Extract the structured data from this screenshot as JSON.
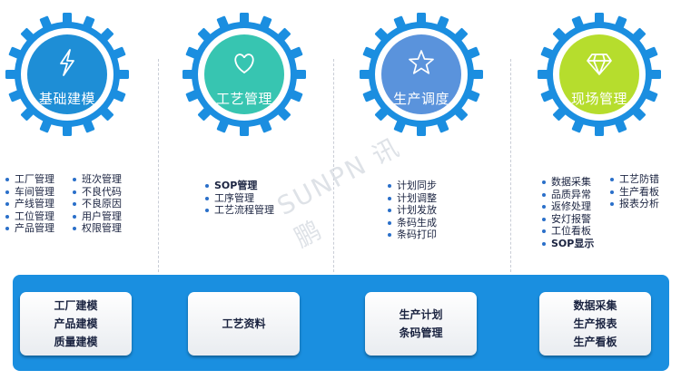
{
  "modules": [
    {
      "title": "基础建模",
      "icon": "lightning-icon",
      "inner_color": "#1e8ed6",
      "items_left": [
        "工厂管理",
        "车间管理",
        "产线管理",
        "工位管理",
        "产品管理"
      ],
      "items_right": [
        "班次管理",
        "不良代码",
        "不良原因",
        "用户管理",
        "权限管理"
      ],
      "card": [
        "工厂建模",
        "产品建模",
        "质量建模"
      ]
    },
    {
      "title": "工艺管理",
      "icon": "heart-icon",
      "inner_color": "#37c5b1",
      "items_left": [
        "SOP管理",
        "工序管理",
        "工艺流程管理"
      ],
      "items_right": [],
      "card": [
        "工艺资料"
      ]
    },
    {
      "title": "生产调度",
      "icon": "star-icon",
      "inner_color": "#5a93dc",
      "items_left": [
        "计划同步",
        "计划调整",
        "计划发放",
        "条码生成",
        "条码打印"
      ],
      "items_right": [],
      "card": [
        "生产计划",
        "条码管理"
      ]
    },
    {
      "title": "现场管理",
      "icon": "diamond-icon",
      "inner_color": "#b6dd2d",
      "items_left": [
        "数据采集",
        "品质异常",
        "返修处理",
        "安灯报警",
        "工位看板",
        "SOP显示"
      ],
      "items_right": [
        "工艺防错",
        "生产看板",
        "报表分析"
      ],
      "card": [
        "数据采集",
        "生产报表",
        "生产看板"
      ]
    }
  ],
  "colors": {
    "gear": "#1b8ee0",
    "band": "#1a8fe0"
  },
  "watermark": "SUNPN 讯鹏"
}
